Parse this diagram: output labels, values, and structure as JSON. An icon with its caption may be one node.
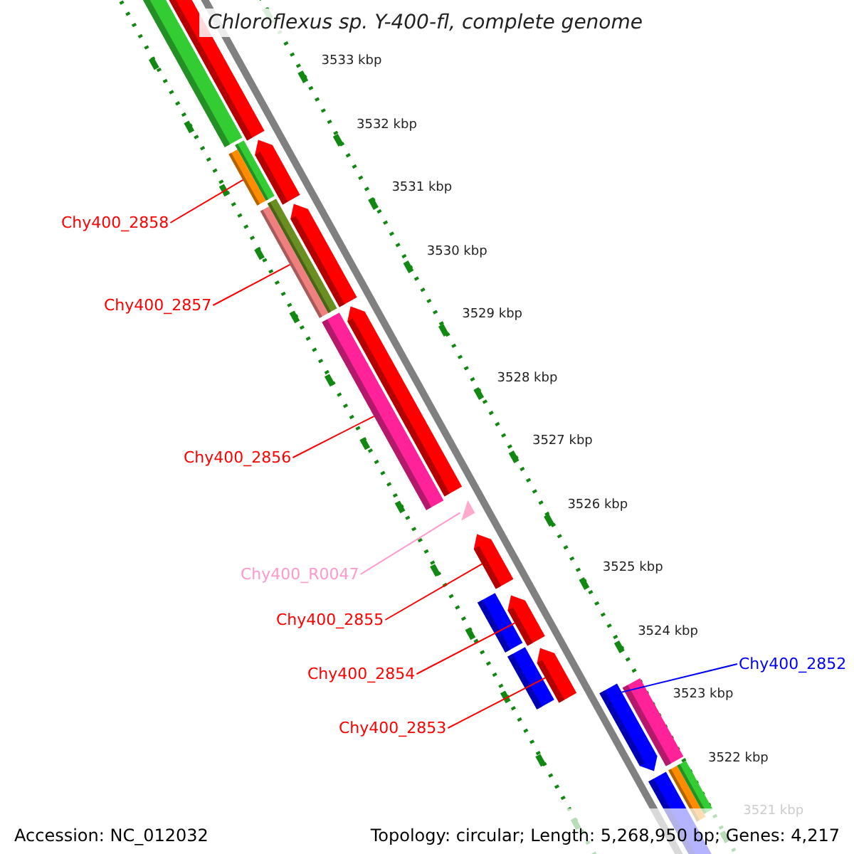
{
  "diagram": {
    "title": "Chloroflexus sp. Y-400-fl, complete genome",
    "nodes": [
      {
        "text": [
          "Chy400_2858"
        ]
      },
      {
        "text": [
          "Chy400_2857"
        ]
      },
      {
        "text": [
          "Chy400_2856"
        ]
      },
      {
        "text": [
          "Chy400_R0047"
        ]
      },
      {
        "text": [
          "Chy400_2855"
        ]
      },
      {
        "text": [
          "Chy400_2854"
        ]
      },
      {
        "text": [
          "Chy400_2853"
        ]
      },
      {
        "text": [
          "Chy400_2852"
        ]
      },
      {
        "text": [],
        "shape": "bar"
      },
      {
        "text": [],
        "shape": "bar"
      },
      {
        "text": [],
        "shape": "bar"
      },
      {
        "text": [],
        "shape": "triangle"
      },
      {
        "text": [],
        "shape": "bar"
      },
      {
        "text": [],
        "shape": "bar"
      },
      {
        "text": [],
        "shape": "bar"
      },
      {
        "text": [],
        "shape": "bar"
      }
    ],
    "edges": [
      {
        "from": 0,
        "to": 8,
        "arrow": "none"
      },
      {
        "from": 1,
        "to": 9,
        "arrow": "none"
      },
      {
        "from": 2,
        "to": 10,
        "arrow": "none"
      },
      {
        "from": 3,
        "to": 11,
        "arrow": "none",
        "color": "#ff99cc"
      },
      {
        "from": 4,
        "to": 12,
        "arrow": "none"
      },
      {
        "from": 5,
        "to": 13,
        "arrow": "none"
      },
      {
        "from": 6,
        "to": 14,
        "arrow": "none"
      },
      {
        "from": 7,
        "to": 15,
        "arrow": "none",
        "color": "#0000ff"
      }
    ],
    "labels": [
      "3533 kbp",
      "3532 kbp",
      "3531 kbp",
      "3530 kbp",
      "3529 kbp",
      "3528 kbp",
      "3527 kbp",
      "3526 kbp",
      "3525 kbp",
      "3524 kbp",
      "3523 kbp",
      "3522 kbp",
      "3521 kbp",
      "Accession: NC_012032",
      "Topology: circular; Length: 5,268,950 bp; Genes: 4,217"
    ]
  }
}
